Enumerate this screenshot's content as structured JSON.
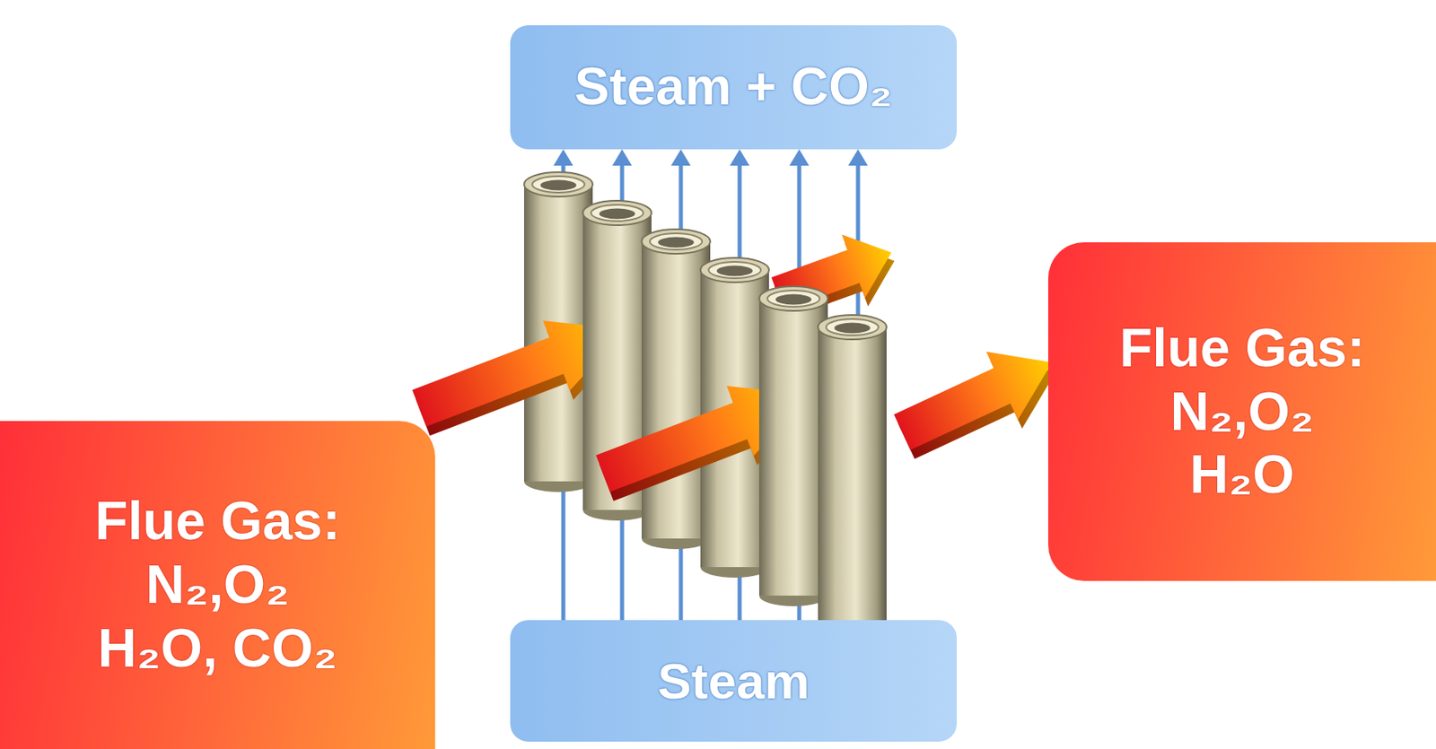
{
  "diagram": {
    "nodes": [
      {
        "text": [
          "Steam + CO₂"
        ]
      },
      {
        "text": [
          "Flue Gas:",
          "N₂,O₂",
          "H₂O, CO₂"
        ]
      },
      {
        "text": [
          "Flue Gas:",
          "N₂,O₂",
          "H₂O"
        ]
      },
      {
        "text": [
          "Steam"
        ]
      }
    ],
    "edges": [
      {
        "from": 3,
        "to": 0,
        "arrow": "to"
      }
    ]
  }
}
